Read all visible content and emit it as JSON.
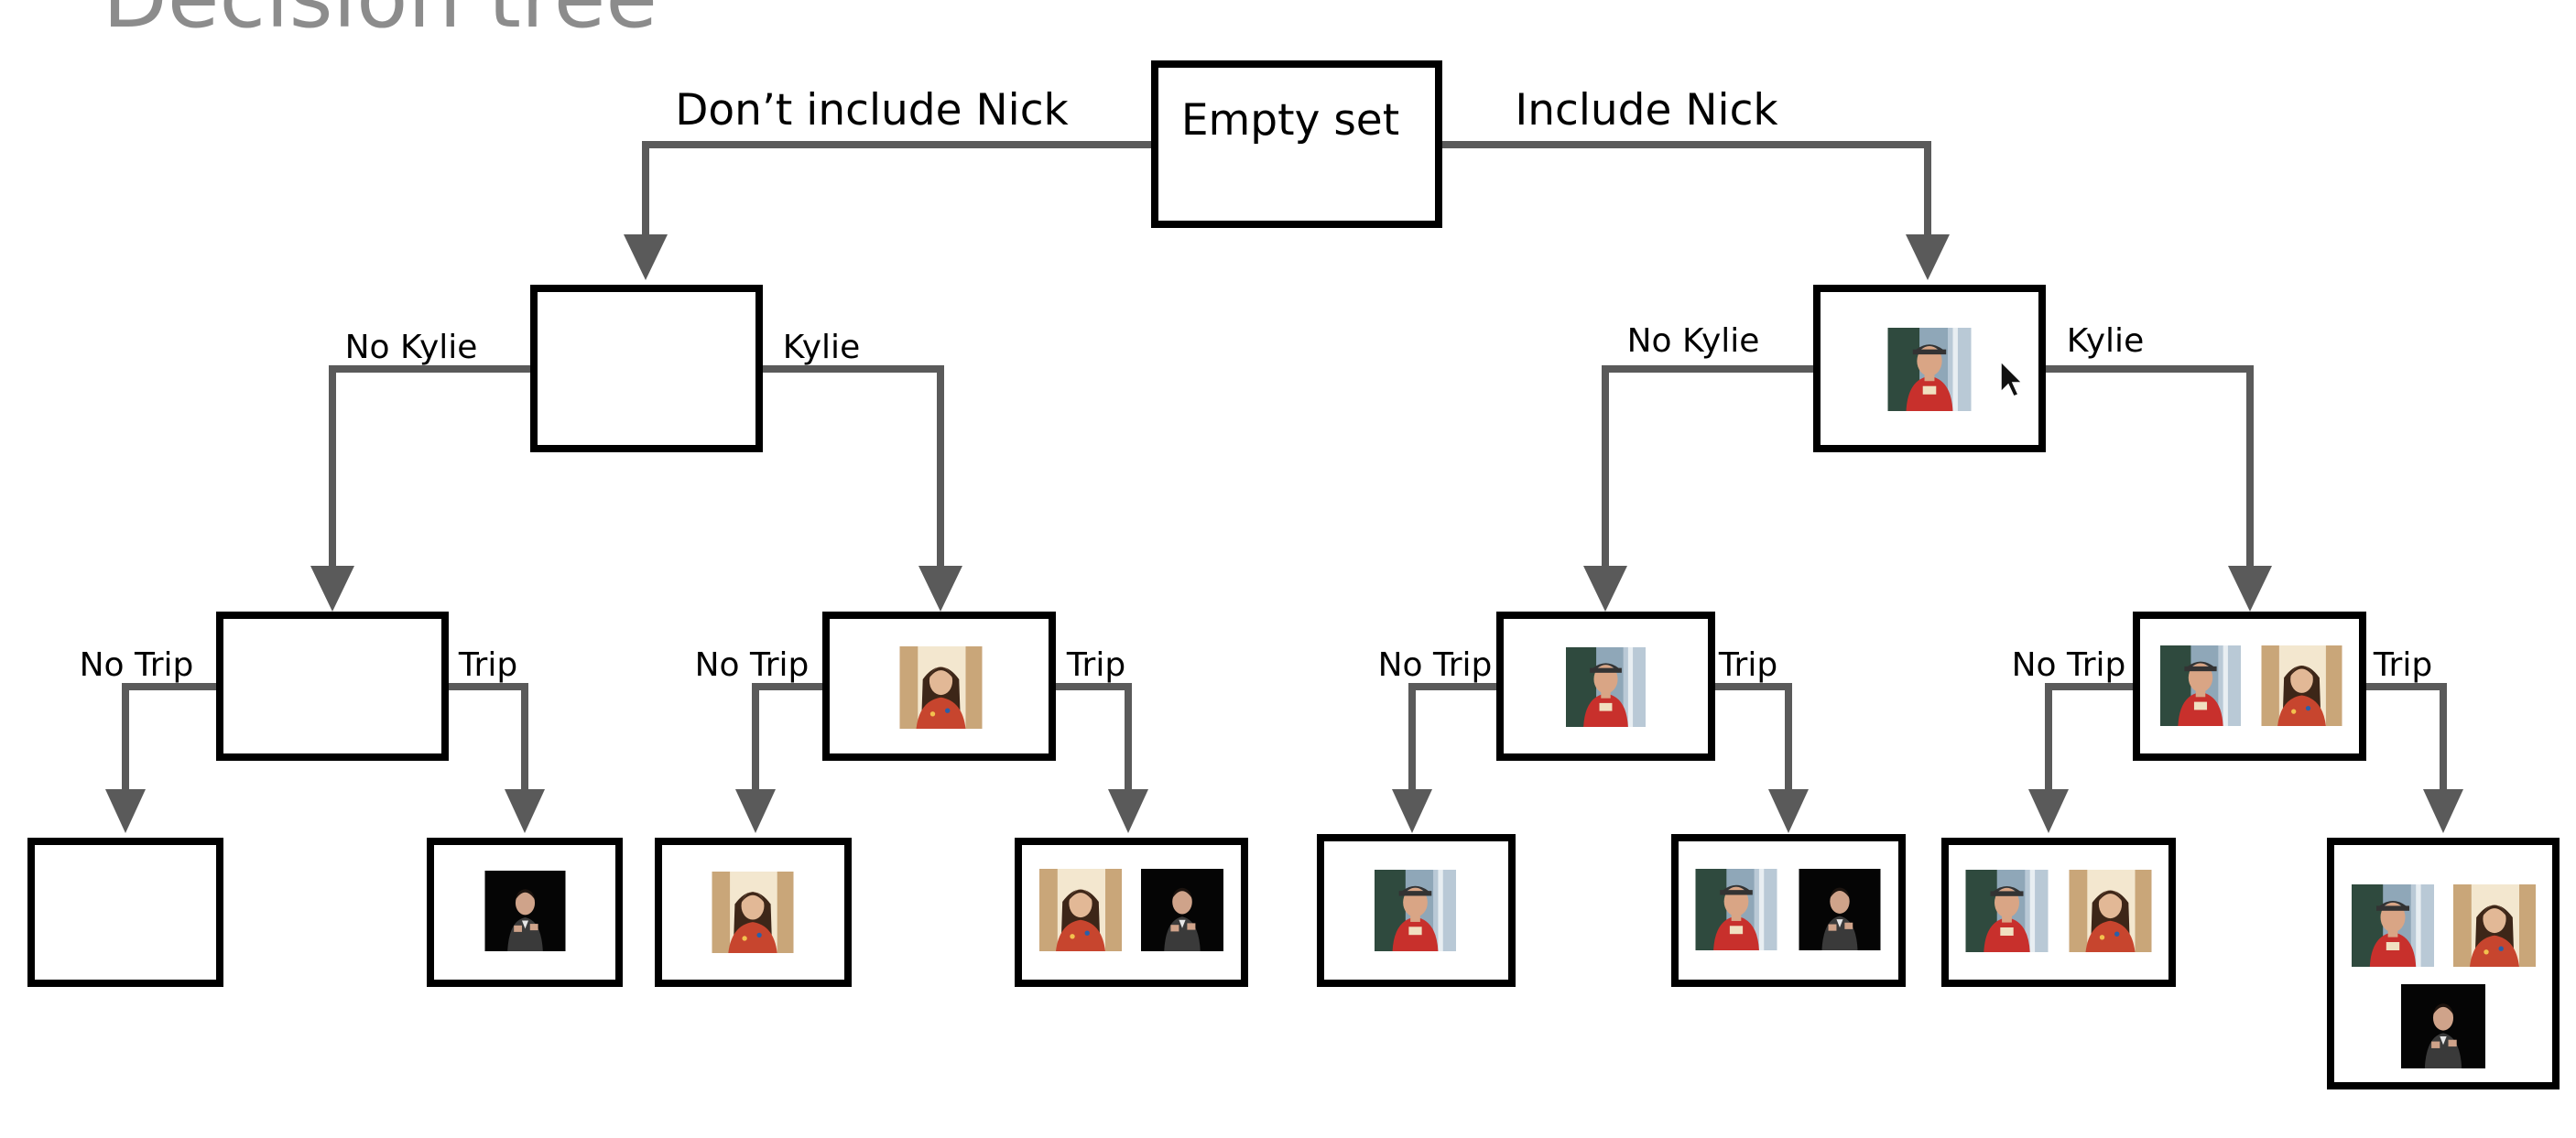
{
  "title": "Decision tree",
  "root": {
    "label": "Empty set"
  },
  "level1": {
    "left_edge": "Don’t include Nick",
    "right_edge": "Include Nick"
  },
  "level2": {
    "no_label": "No Kylie",
    "yes_label": "Kylie"
  },
  "level3": {
    "no_label": "No Trip",
    "yes_label": "Trip"
  },
  "people": {
    "nick": {
      "colors": {
        "bg1": "#2f4a3e",
        "bg2": "#8fa7b8",
        "shirt": "#c8302c",
        "skin": "#d9a585",
        "hair": "#4b3a2a",
        "cap": "#333333"
      }
    },
    "kylie": {
      "colors": {
        "bg1": "#c9a679",
        "bg2": "#f3e7cf",
        "shirt": "#c7452e",
        "skin": "#e2b896",
        "hair": "#3d2618"
      }
    },
    "trip": {
      "colors": {
        "bg1": "#050505",
        "bg2": "#1a1a1a",
        "shirt": "#3a3a3a",
        "skin": "#cfa38a",
        "hair": "#1d140f"
      }
    }
  },
  "colors": {
    "edge": "#5a5a5a",
    "box": "#000000",
    "title": "#8c8c8c",
    "background": "#ffffff"
  },
  "cursor": {
    "icon": "arrow-cursor-icon"
  }
}
